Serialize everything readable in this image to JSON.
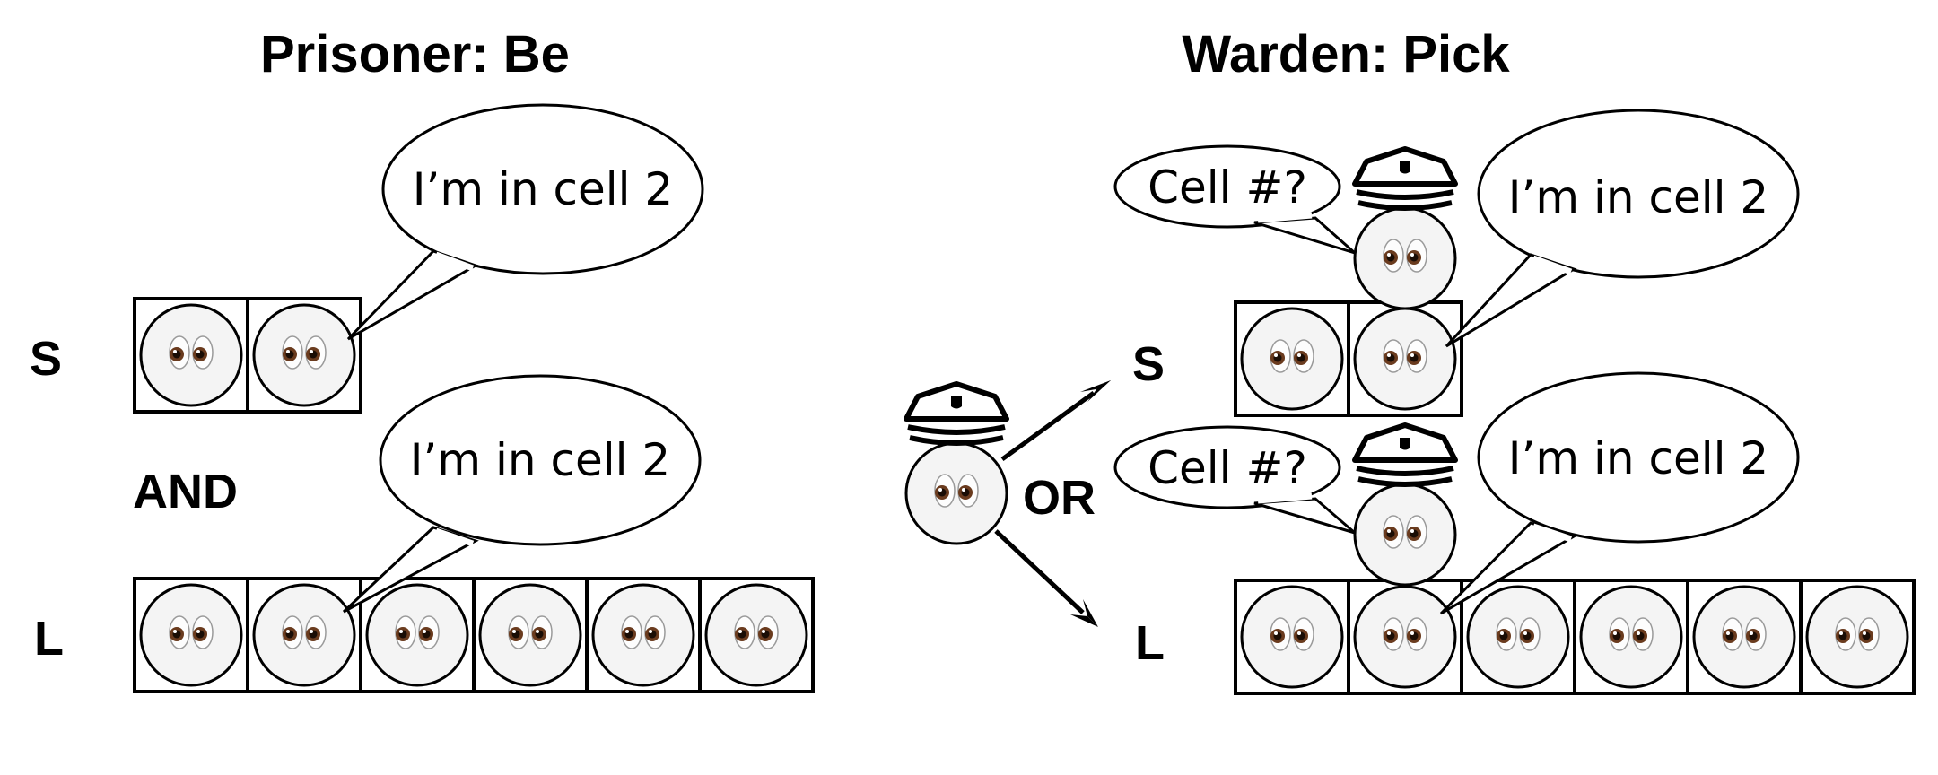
{
  "left_panel": {
    "title": "Prisoner: Be",
    "connector": "AND",
    "rows": [
      {
        "label": "S",
        "cells": 2,
        "speaker_cell": 2,
        "speech": "I’m in cell 2"
      },
      {
        "label": "L",
        "cells": 6,
        "speaker_cell": 2,
        "speech": "I’m in cell 2"
      }
    ]
  },
  "right_panel": {
    "title": "Warden: Pick",
    "connector": "OR",
    "rows": [
      {
        "label": "S",
        "cells": 2,
        "speaker_cell": 2,
        "speech": "I’m in cell 2",
        "warden_question": "Cell #?"
      },
      {
        "label": "L",
        "cells": 6,
        "speaker_cell": 2,
        "speech": "I’m in cell 2",
        "warden_question": "Cell #?"
      }
    ]
  },
  "icons": {
    "prisoner": "eyes-face-icon",
    "warden": "police-cap-face-icon"
  }
}
